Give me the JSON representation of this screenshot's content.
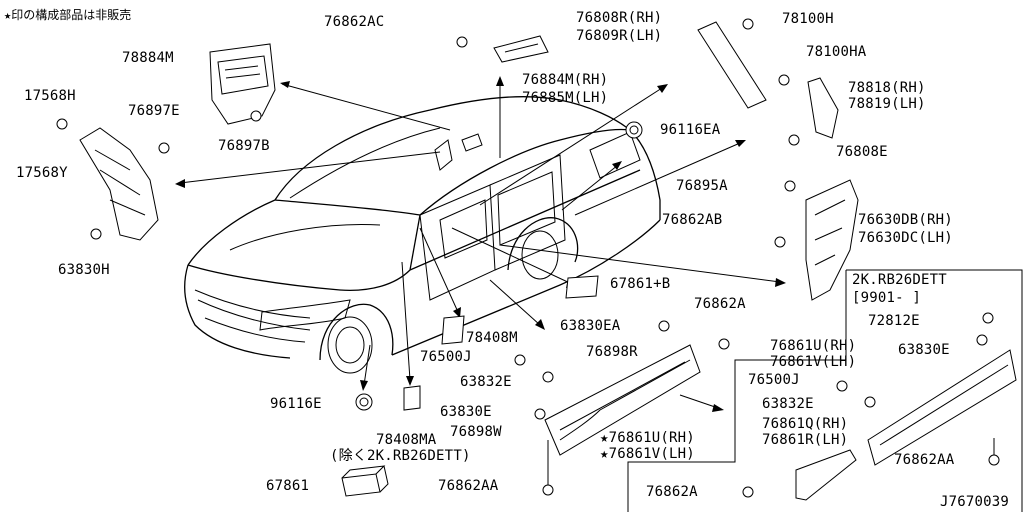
{
  "header_note": "★印の構成部品は非販売",
  "diagram_id": "J7670039",
  "callouts": {
    "c_76862AC": "76862AC",
    "c_78100H": "78100H",
    "c_76808R": "76808R(RH)",
    "c_76809R": "76809R(LH)",
    "c_78100HA": "78100HA",
    "c_78818": "78818(RH)",
    "c_78819": "78819(LH)",
    "c_76808E": "76808E",
    "c_78884M": "78884M",
    "c_76884M": "76884M(RH)",
    "c_76885M": "76885M(LH)",
    "c_96116EA": "96116EA",
    "c_17568H": "17568H",
    "c_76897E": "76897E",
    "c_76897B": "76897B",
    "c_17568Y": "17568Y",
    "c_76895A": "76895A",
    "c_76862AB": "76862AB",
    "c_76630DB": "76630DB(RH)",
    "c_76630DC": "76630DC(LH)",
    "c_63830H": "63830H",
    "c_67861B": "67861+B",
    "c_76862A_mid": "76862A",
    "c_63830EA": "63830EA",
    "c_78408M": "78408M",
    "c_76500J_mid": "76500J",
    "c_76898R": "76898R",
    "c_63832E_mid": "63832E",
    "c_96116E": "96116E",
    "c_63830E_mid": "63830E",
    "c_76898W": "76898W",
    "c_76861U_mid": "★76861U(RH)",
    "c_76861V_mid": "★76861V(LH)",
    "c_78408MA": "78408MA",
    "c_jonote": "(除く2K.RB26DETT)",
    "c_67861": "67861",
    "c_76862AA_mid": "76862AA",
    "c_72812E": "72812E",
    "c_63830E_box": "63830E",
    "c_76861U_box": "76861U(RH)",
    "c_76861V_box": "76861V(LH)",
    "c_76500J_box": "76500J",
    "c_63832E_box": "63832E",
    "c_76861Q": "76861Q(RH)",
    "c_76861R": "76861R(LH)",
    "c_76862AA_box": "76862AA",
    "c_76862A_box": "76862A"
  },
  "inset_box": {
    "line1": "2K.RB26DETT",
    "line2": "[9901-      ]"
  }
}
